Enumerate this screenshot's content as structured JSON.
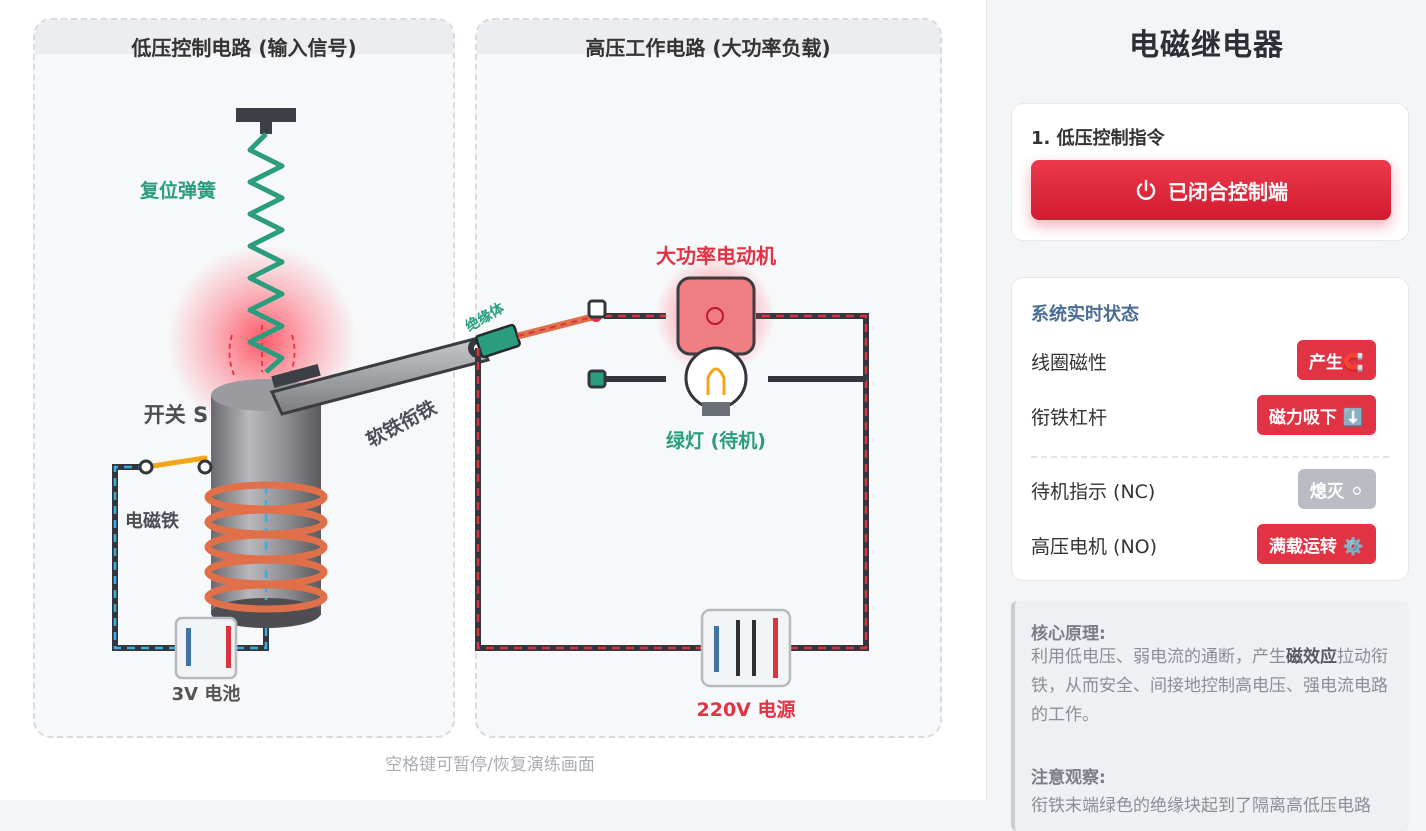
{
  "left_panel": {
    "title": "低压控制电路 (输入信号)"
  },
  "right_panel": {
    "title": "高压工作电路 (大功率负载)"
  },
  "diagram": {
    "spring_label": "复位弹簧",
    "switch_label": "开关 S",
    "electromagnet_label": "电磁铁",
    "armature_label": "软铁衔铁",
    "insulator_label": "绝缘体",
    "battery_label": "3V 电池",
    "motor_label": "大功率电动机",
    "lamp_label": "绿灯 (待机)",
    "power_label": "220V 电源"
  },
  "hint": "空格键可暂停/恢复演练画面",
  "sidebar": {
    "title": "电磁继电器",
    "control": {
      "label": "1. 低压控制指令",
      "button_label": "已闭合控制端"
    },
    "status": {
      "title": "系统实时状态",
      "rows": [
        {
          "label": "线圈磁性",
          "value": "产生🧲"
        },
        {
          "label": "衔铁杠杆",
          "value": "磁力吸下 ⬇️"
        },
        {
          "label": "待机指示 (NC)",
          "value": "熄灭 ⚪"
        },
        {
          "label": "高压电机 (NO)",
          "value": "满载运转 ⚙️"
        }
      ]
    },
    "principle": {
      "heading": "核心原理:",
      "text_before": "利用低电压、弱电流的通断，产生",
      "text_bold": "磁效应",
      "text_after": "拉动衔铁，从而安全、间接地控制高电压、强电流电路的工作。",
      "observe_heading": "注意观察:",
      "observe_text": "衔铁末端绿色的绝缘块起到了隔离高低压电路"
    }
  },
  "colors": {
    "accent_red": "#e23345",
    "wire_blue": "#3aaee0",
    "wire_red": "#d8343f",
    "spring_green": "#2a9d7f",
    "coil_orange": "#e0704a",
    "badge_grey": "#b9bdc3"
  }
}
